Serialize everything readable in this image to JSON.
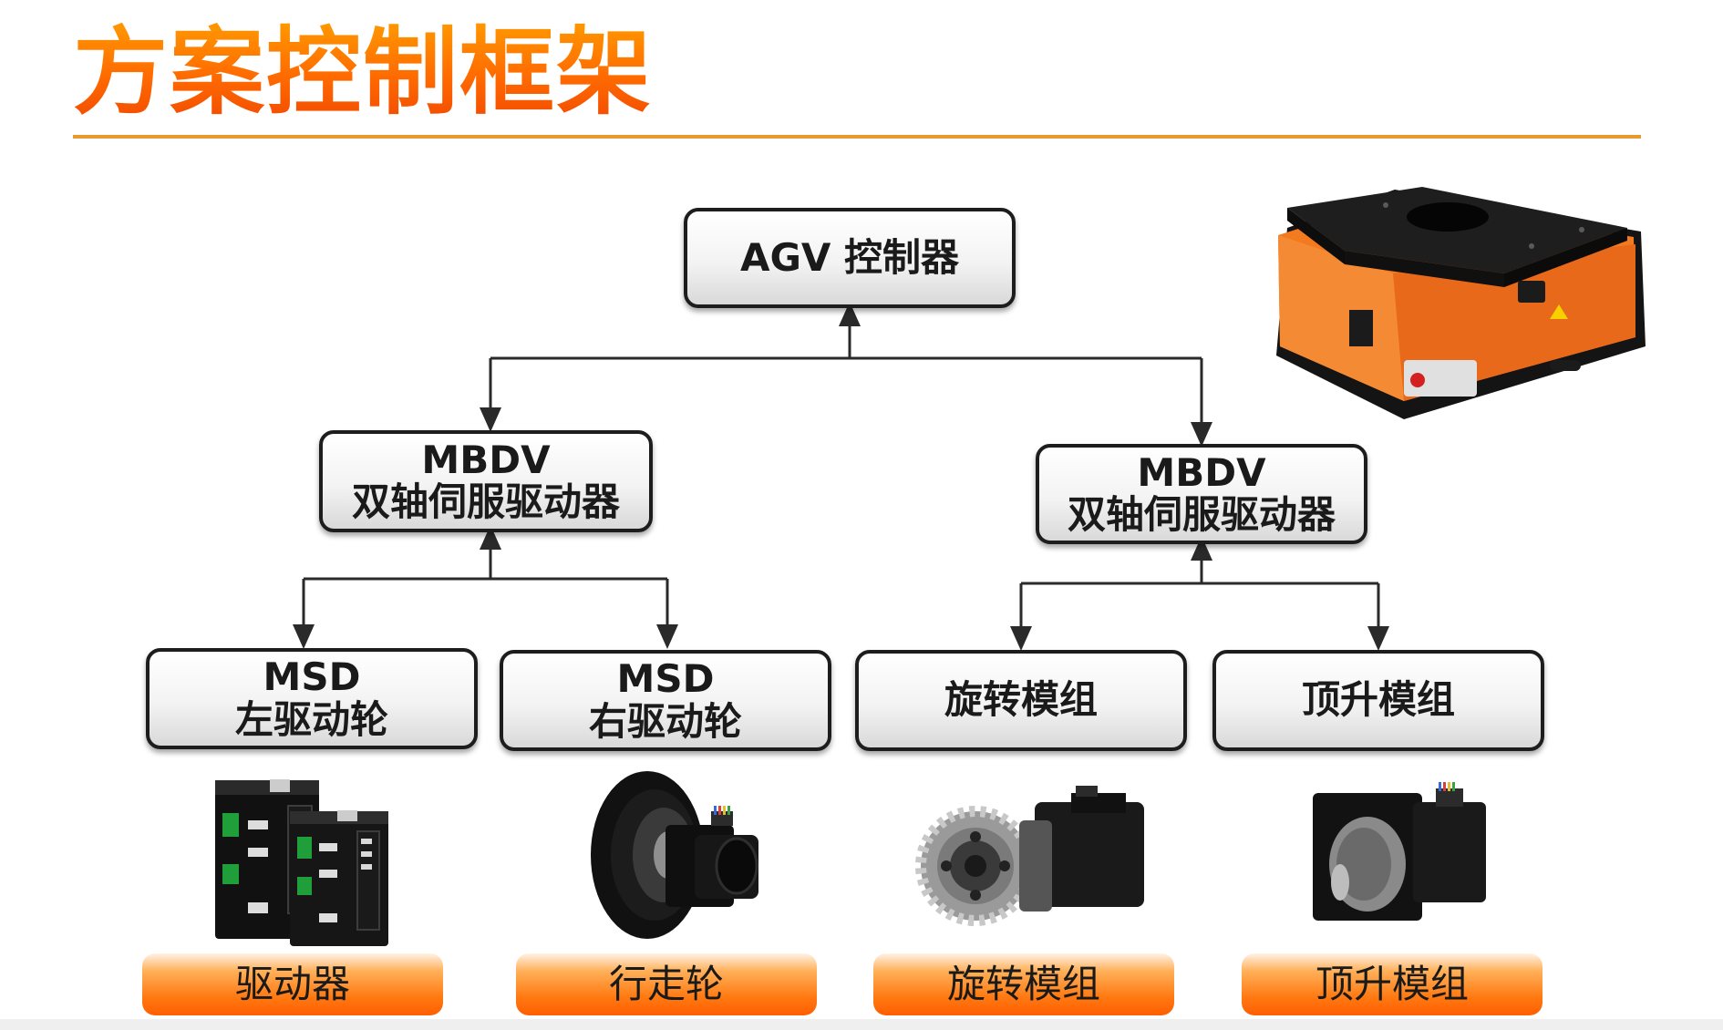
{
  "title": "方案控制框架",
  "nodes": {
    "controller": {
      "line1": "AGV 控制器"
    },
    "driver_left": {
      "line1": "MBDV",
      "line2": "双轴伺服驱动器"
    },
    "driver_right": {
      "line1": "MBDV",
      "line2": "双轴伺服驱动器"
    },
    "msd_left": {
      "line1": "MSD",
      "line2": "左驱动轮"
    },
    "msd_right": {
      "line1": "MSD",
      "line2": "右驱动轮"
    },
    "rotate": {
      "line1": "旋转模组"
    },
    "lift": {
      "line1": "顶升模组"
    }
  },
  "captions": [
    "驱动器",
    "行走轮",
    "旋转模组",
    "顶升模组"
  ],
  "colors": {
    "accent": "#ff6a00",
    "rule": "#e99a2e",
    "border": "#1d1d1d",
    "agv_body": "#f47a1f"
  },
  "images": {
    "agv": "agv-robot-image",
    "driver": "servo-driver-image",
    "wheel": "drive-wheel-image",
    "rotate": "rotation-module-image",
    "lift": "lift-module-image"
  }
}
